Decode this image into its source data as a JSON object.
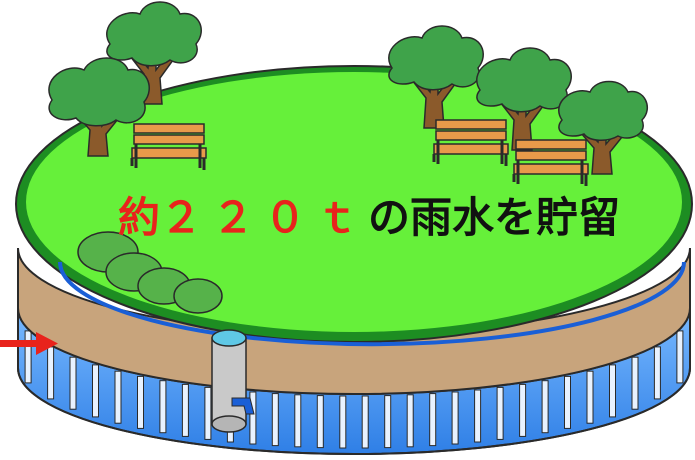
{
  "caption": {
    "prefix": "約",
    "amount": "２２０ｔ",
    "suffix": "の雨水を貯留"
  },
  "colors": {
    "highlight": "#e8231c",
    "text": "#111111",
    "lawn": "#66f03a",
    "lawn_edge": "#1d8d22",
    "soil": "#c8a47c",
    "water": "#3c8ef2",
    "pipe_inlet": "#1a5fd6",
    "arrow": "#e8231c"
  },
  "icons": {
    "trees": "tree-icon",
    "benches": "bench-icon",
    "shrubs": "shrub-icon",
    "manhole": "manhole-pipe-icon",
    "inflow": "inflow-arrow-icon"
  }
}
